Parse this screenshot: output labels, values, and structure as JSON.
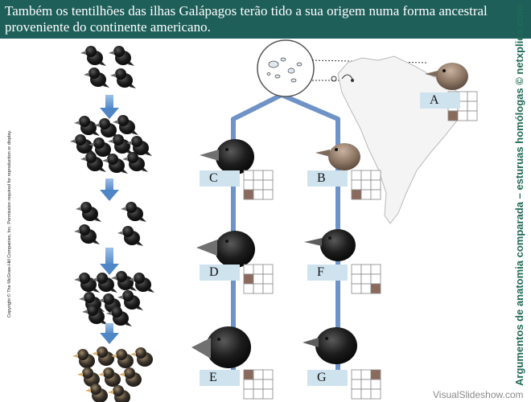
{
  "header": {
    "text": "Também os tentilhões das ilhas Galápagos terão tido a sua origem numa forma ancestral proveniente do continente americano."
  },
  "side_title": "Argumentos de anatomia comparada – esturuas homólogas © netxplica.com",
  "copyright": "Copyright © The McGraw-Hill Companies, Inc. Permission required for reproduction or display.",
  "watermark": "VisualSlideshow.com",
  "species_labels": {
    "A": "A",
    "B": "B",
    "C": "C",
    "D": "D",
    "E": "E",
    "F": "F",
    "G": "G"
  },
  "colors": {
    "header_bg": "#1f5f5a",
    "branch": "#6f93c6",
    "label_bg": "#cfe3ef",
    "grid_mark": "#8b6a5e"
  }
}
